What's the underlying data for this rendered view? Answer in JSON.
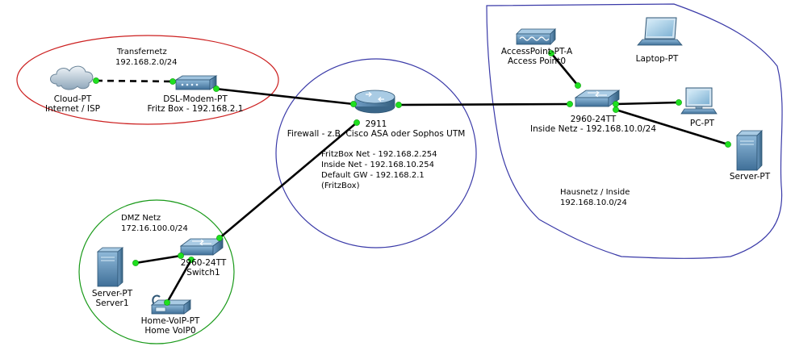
{
  "areas": {
    "transfernetz": {
      "title": "Transfernetz",
      "subnet": "192.168.2.0/24",
      "color": "#cc1f1f"
    },
    "firewall": {
      "color": "#3a3aa8"
    },
    "dmz": {
      "title": "DMZ Netz",
      "subnet": "172.16.100.0/24",
      "color": "#1a9a1a"
    },
    "hausnetz": {
      "title": "Hausnetz / Inside",
      "subnet": "192.168.10.0/24",
      "color": "#3a3aa8"
    }
  },
  "devices": {
    "cloud": {
      "model": "Cloud-PT",
      "name": "Internet / ISP",
      "icon": "cloud-icon"
    },
    "dsl_modem": {
      "model": "DSL-Modem-PT",
      "name": "Fritz Box - 192.168.2.1",
      "icon": "modem-icon"
    },
    "router": {
      "model": "2911",
      "name": "Firewall - z.B. Cisco ASA oder Sophos UTM",
      "icon": "router-icon",
      "notes": [
        "FritzBox Net - 192.168.2.254",
        "Inside Net - 192.168.10.254",
        "Default GW - 192.168.2.1",
        "(FritzBox)"
      ]
    },
    "switch_dmz": {
      "model": "2960-24TT",
      "name": "Switch1",
      "icon": "switch-icon"
    },
    "server_dmz": {
      "model": "Server-PT",
      "name": "Server1",
      "icon": "server-icon"
    },
    "voip": {
      "model": "Home-VoIP-PT",
      "name": "Home VoIP0",
      "icon": "voip-icon"
    },
    "access_point": {
      "model": "AccessPoint-PT-A",
      "name": "Access Point0",
      "icon": "access-point-icon"
    },
    "laptop": {
      "model": "Laptop-PT",
      "icon": "laptop-icon"
    },
    "switch_inside": {
      "model": "2960-24TT",
      "name": "Inside Netz - 192.168.10.0/24",
      "icon": "switch-icon"
    },
    "pc": {
      "model": "PC-PT",
      "icon": "pc-icon"
    },
    "server_inside": {
      "model": "Server-PT",
      "icon": "server-icon"
    }
  },
  "colors": {
    "link": "#000000",
    "port_up": "#1fe01f",
    "device_blue": "#4a7ea8"
  }
}
